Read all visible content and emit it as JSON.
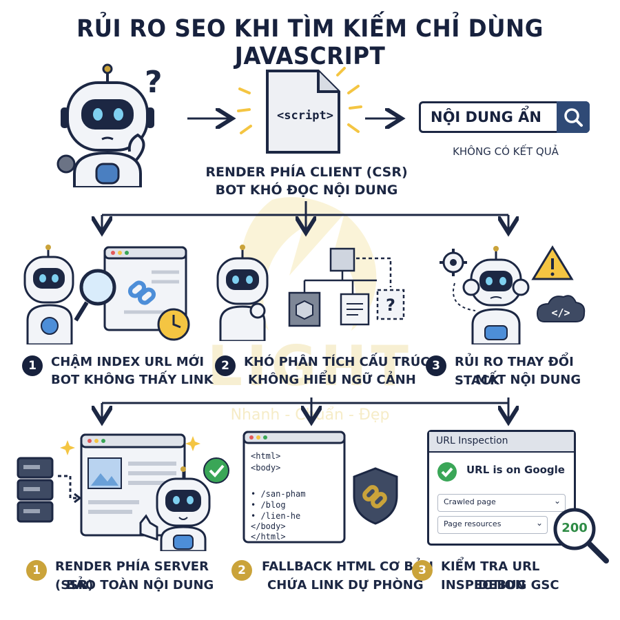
{
  "title": "RỦI RO SEO KHI TÌM KIẾM CHỈ DÙNG JAVASCRIPT",
  "top": {
    "script_label": "<script>",
    "search_text": "NỘI DUNG ẨN",
    "search_caption": "KHÔNG CÓ KẾT QUẢ",
    "csr_line1": "RENDER PHÍA CLIENT (CSR)",
    "csr_line2": "BOT KHÓ ĐỌC NỘI DUNG"
  },
  "risks": [
    {
      "number": "1",
      "line1": "CHẬM INDEX URL MỚI",
      "line2": "BOT KHÔNG THẤY LINK"
    },
    {
      "number": "2",
      "line1": "KHÓ PHÂN TÍCH CẤU TRÚC",
      "line2": "KHÔNG HIỂU NGỮ CẢNH"
    },
    {
      "number": "3",
      "line1": "RỦI RO THAY ĐỔI STACK",
      "line2": "MẤT NỘI DUNG"
    }
  ],
  "fallback_code": [
    "<html>",
    "<body>",
    "/san-pham",
    "/blog",
    "/lien-he",
    "</body>",
    "</html>"
  ],
  "inspection": {
    "title": "URL Inspection",
    "status": "URL is on Google",
    "row1": "Crawled page",
    "row2": "Page resources",
    "code": "200"
  },
  "solutions": [
    {
      "number": "1",
      "line1": "RENDER PHÍA SERVER (SSR)",
      "line2": "BẢO TOÀN NỘI DUNG"
    },
    {
      "number": "2",
      "line1": "FALLBACK HTML CƠ BẢN",
      "line2": "CHỨA LINK DỰ PHÒNG"
    },
    {
      "number": "3",
      "line1": "KIỂM TRA URL INSPECTION",
      "line2": "DEBUG GSC"
    }
  ],
  "watermark": {
    "brand": "LIGHT",
    "tagline": "Nhanh - Chuẩn - Đẹp"
  },
  "colors": {
    "navy": "#1c2743",
    "gold": "#caa33a",
    "blue": "#4d8ed8",
    "green": "#3aa657",
    "yellow": "#f4c542"
  }
}
